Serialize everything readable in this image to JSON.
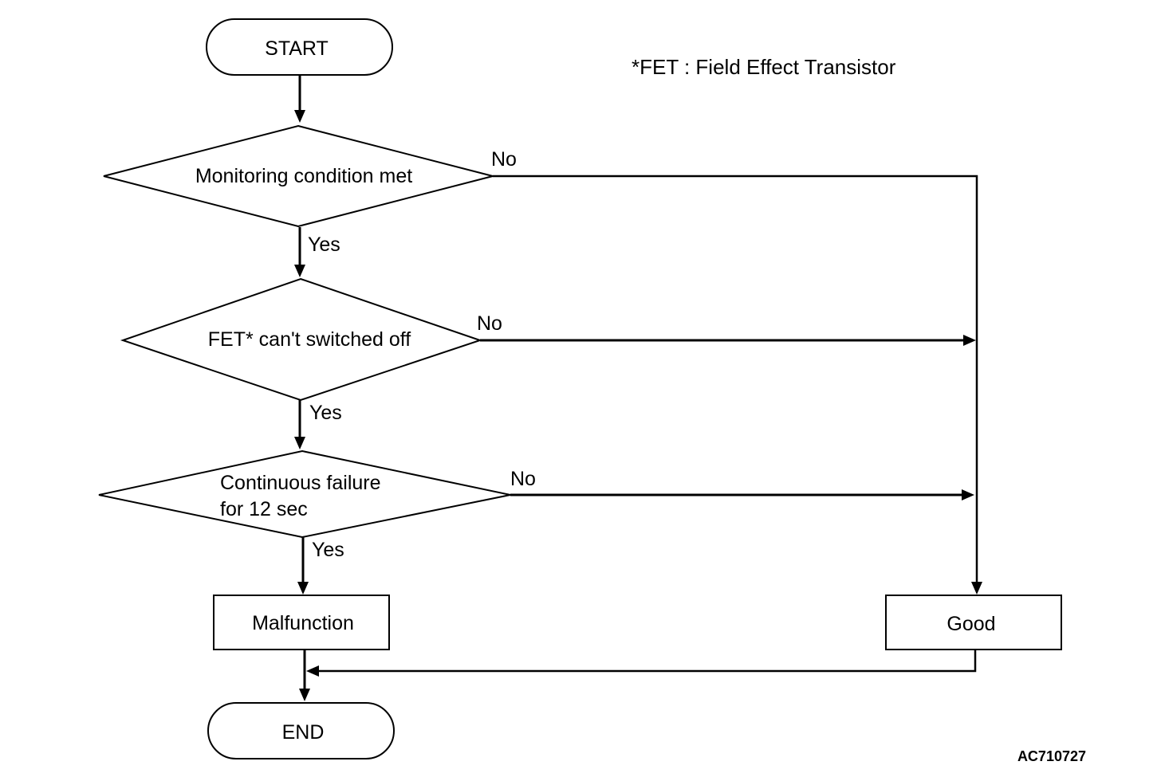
{
  "note": "*FET : Field Effect Transistor",
  "figure_id": "AC710727",
  "nodes": {
    "start": "START",
    "decision_monitoring": "Monitoring condition met",
    "decision_fet": "FET* can't switched off",
    "decision_continuous_line1": "Continuous failure",
    "decision_continuous_line2": "for 12 sec",
    "malfunction": "Malfunction",
    "good": "Good",
    "end": "END"
  },
  "branch_labels": {
    "monitoring_no": "No",
    "monitoring_yes": "Yes",
    "fet_no": "No",
    "fet_yes": "Yes",
    "continuous_no": "No",
    "continuous_yes": "Yes"
  },
  "colors": {
    "stroke": "#000000",
    "background": "#ffffff"
  }
}
